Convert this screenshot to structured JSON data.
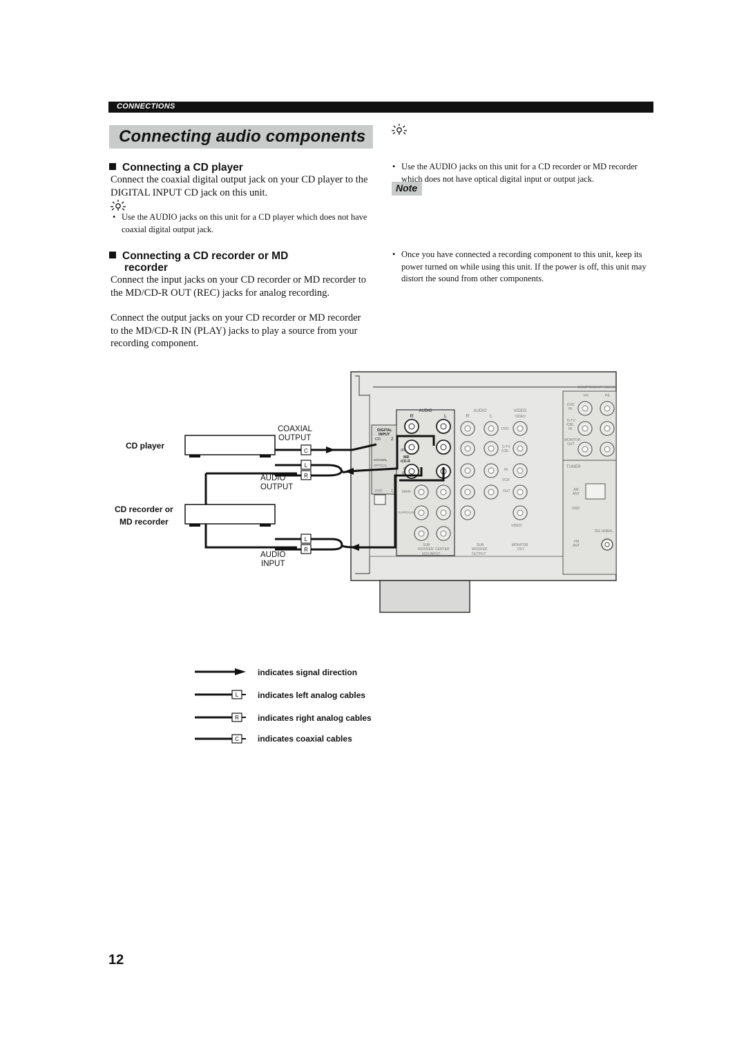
{
  "header": {
    "section_label": "CONNECTIONS"
  },
  "title": "Connecting audio components",
  "cd_player": {
    "heading": "Connecting a CD player",
    "body": "Connect the coaxial digital output jack on your CD player to the DIGITAL INPUT CD jack on this unit.",
    "tip": "Use the AUDIO jacks on this unit for a CD player which does not have coaxial digital output jack."
  },
  "cd_recorder": {
    "heading_line1": "Connecting a CD recorder or MD",
    "heading_line2": "recorder",
    "body1": "Connect the input jacks on your CD recorder or MD recorder to the MD/CD-R OUT (REC) jacks for analog recording.",
    "body2": "Connect the output jacks on your CD recorder or MD recorder to the MD/CD-R IN (PLAY) jacks to play a source from your recording component."
  },
  "right_column": {
    "tip": "Use the AUDIO jacks on this unit for a CD recorder or MD recorder which does not have optical digital input or output jack.",
    "note_label": "Note",
    "note": "Once you have connected a recording component to this unit, keep its power turned on while using this unit. If the power is off, this unit may distort the sound from other components."
  },
  "diagram": {
    "cd_player_label": "CD player",
    "cd_recorder_label_1": "CD recorder or",
    "cd_recorder_label_2": "MD recorder",
    "coaxial_1": "COAXIAL",
    "coaxial_2": "OUTPUT",
    "audio_output_1": "AUDIO",
    "audio_output_2": "OUTPUT",
    "audio_input_1": "AUDIO",
    "audio_input_2": "INPUT",
    "plug_c": "C",
    "plug_l": "L",
    "plug_r": "R",
    "panel": {
      "audio": "AUDIO",
      "r": "R",
      "l": "L",
      "cd": "CD",
      "digital": "DIGITAL",
      "input": "INPUT",
      "cd2": "CD",
      "two": "2",
      "in": "IN",
      "play": "(PLAY)",
      "md": "MD",
      "cdr": "/CD-R",
      "coaxial": "COAXIAL",
      "optical": "OPTICAL",
      "out": "OUT",
      "rec": "(REC)",
      "audio2": "AUDIO",
      "video": "VIDEO",
      "video2": "VIDEO",
      "dvd": "DVD",
      "dtv": "D-TV",
      "cbl": "/CBL",
      "in2": "IN",
      "vcr": "VCR",
      "out2": "OUT",
      "dvd2": "DVD",
      "one": "1",
      "main": "MAIN",
      "surround": "SURROUND",
      "video3": "VIDEO",
      "sub": "SUB",
      "woofer": "WOOFER",
      "center": "CENTER",
      "sch_input": "6CH INPUT",
      "sub2": "SUB",
      "woofer2": "WOOFER",
      "output": "OUTPUT",
      "monitor": "MONITOR",
      "out3": "OUT",
      "component_video": "COMPONENT VIDEO",
      "pr": "PR",
      "pb": "PB",
      "dvd3": "DVD",
      "in3": "IN",
      "dtv2": "D-TV",
      "cbl2": "/CBL",
      "in4": "IN",
      "monitor2": "MONITOR",
      "out4": "OUT",
      "tuner": "TUNER",
      "am": "AM",
      "ant": "ANT",
      "gnd": "GND",
      "ohm": "75Ω UNBAL.",
      "fm": "FM",
      "ant2": "ANT"
    }
  },
  "legend": {
    "signal": "indicates signal direction",
    "left": "indicates left analog cables",
    "right": "indicates right analog cables",
    "coaxial": "indicates coaxial cables",
    "plug_l": "L",
    "plug_r": "R",
    "plug_c": "C"
  },
  "page_number": "12"
}
